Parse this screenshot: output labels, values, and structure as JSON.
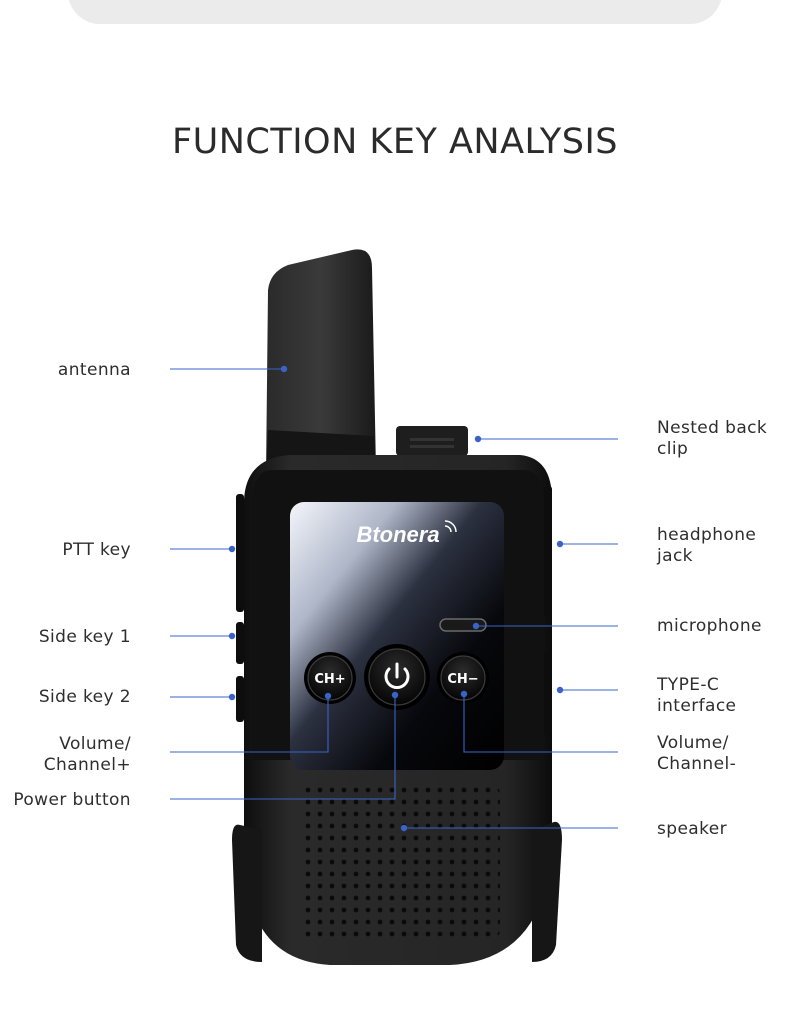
{
  "page": {
    "title": "FUNCTION KEY ANALYSIS",
    "brand_logo": "Btonera"
  },
  "device": {
    "buttons": {
      "ch_plus": "CH+",
      "power": "power-icon",
      "ch_minus": "CH−"
    }
  },
  "labels_left": {
    "antenna": "antenna",
    "ptt_key": "PTT key",
    "side_key_1": "Side key 1",
    "side_key_2": "Side key 2",
    "volume_channel_plus_line1": "Volume/",
    "volume_channel_plus_line2": "Channel+",
    "power_button": "Power button"
  },
  "labels_right": {
    "back_clip_line1": "Nested back",
    "back_clip_line2": "clip",
    "headphone_jack_line1": "headphone",
    "headphone_jack_line2": "jack",
    "microphone": "microphone",
    "type_c_line1": "TYPE-C",
    "type_c_line2": "interface",
    "volume_channel_minus_line1": "Volume/",
    "volume_channel_minus_line2": "Channel-",
    "speaker": "speaker"
  },
  "colors": {
    "leader_line": "#3a63c8",
    "device_body": "#1c1c1c",
    "background": "#ffffff",
    "banner": "#ebebeb"
  }
}
